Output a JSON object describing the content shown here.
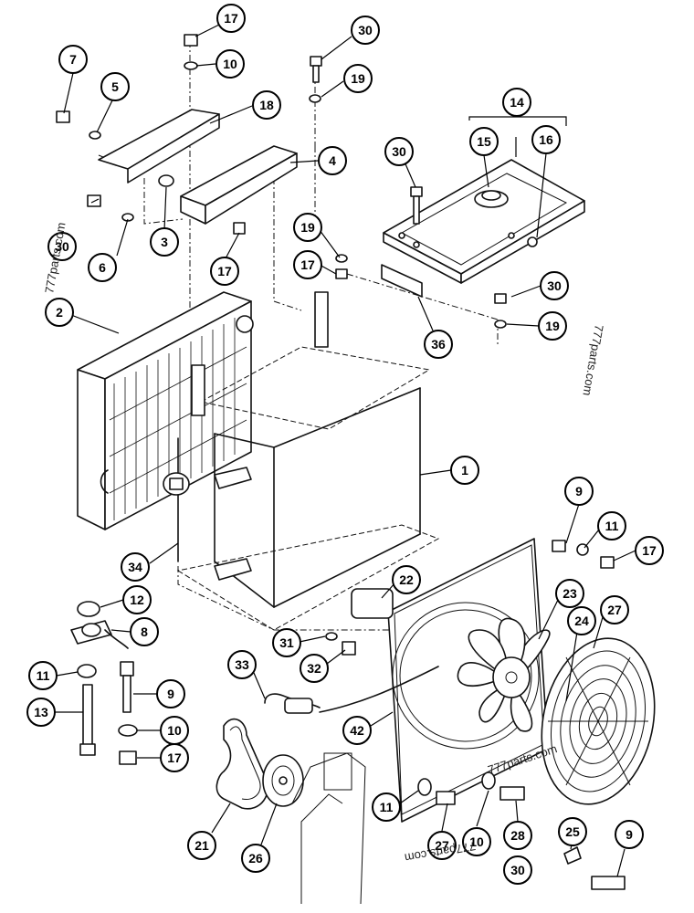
{
  "callouts": [
    "17",
    "10",
    "30",
    "19",
    "7",
    "5",
    "18",
    "4",
    "14",
    "15",
    "16",
    "30",
    "30",
    "6",
    "3",
    "17",
    "19",
    "17",
    "2",
    "36",
    "30",
    "19",
    "1",
    "9",
    "11",
    "17",
    "34",
    "22",
    "23",
    "27",
    "12",
    "8",
    "31",
    "24",
    "32",
    "11",
    "9",
    "33",
    "13",
    "10",
    "17",
    "42",
    "21",
    "26",
    "11",
    "27",
    "10",
    "28",
    "30",
    "25",
    "9"
  ],
  "watermarks": [
    "777parts.com",
    "777parts.com",
    "777parts.com",
    "777parts.com"
  ],
  "colors": {
    "line": "#111111",
    "background": "#ffffff"
  }
}
